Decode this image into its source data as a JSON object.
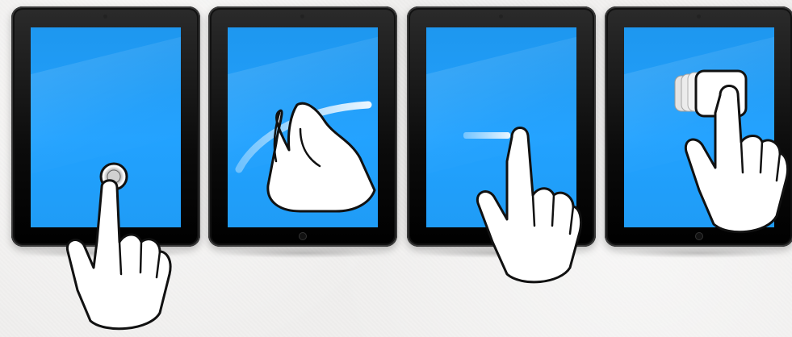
{
  "gestures": [
    {
      "name": "tap",
      "icon": "tap-gesture-icon"
    },
    {
      "name": "rotate",
      "icon": "rotate-gesture-icon"
    },
    {
      "name": "swipe",
      "icon": "swipe-gesture-icon"
    },
    {
      "name": "tap-and-hold",
      "icon": "tap-and-hold-gesture-icon"
    }
  ],
  "colors": {
    "screen": "#22a2ff",
    "bezel": "#0b0b0b",
    "background": "#f0efee",
    "hand": "#ffffff",
    "hand_outline": "#111111",
    "trail": "#d9d9d9"
  }
}
